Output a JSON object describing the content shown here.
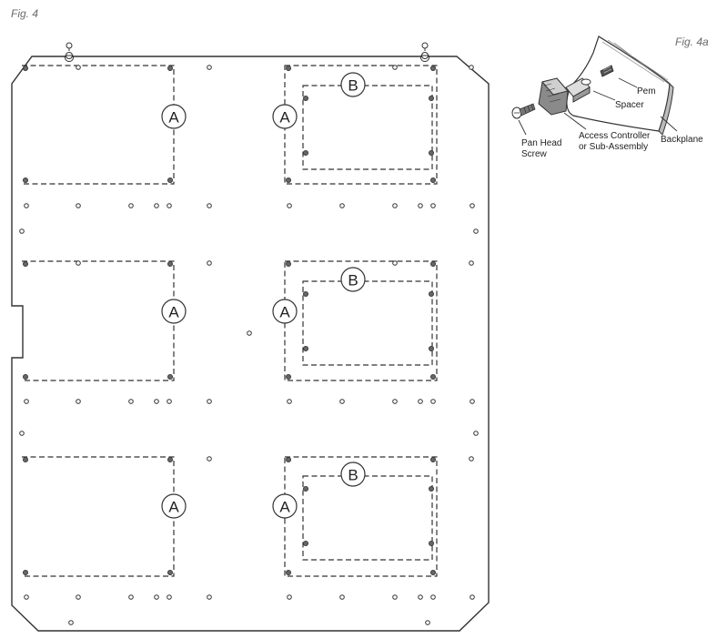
{
  "figure_main_label": "Fig. 4",
  "figure_inset_label": "Fig. 4a",
  "callouts": {
    "mount_a": "A",
    "mount_b": "B"
  },
  "inset_labels": {
    "pem": "Pem",
    "spacer": "Spacer",
    "backplane": "Backplane",
    "access_controller_line1": "Access Controller",
    "access_controller_line2": "or Sub-Assembly",
    "pan_head_line1": "Pan Head",
    "pan_head_line2": "Screw"
  }
}
